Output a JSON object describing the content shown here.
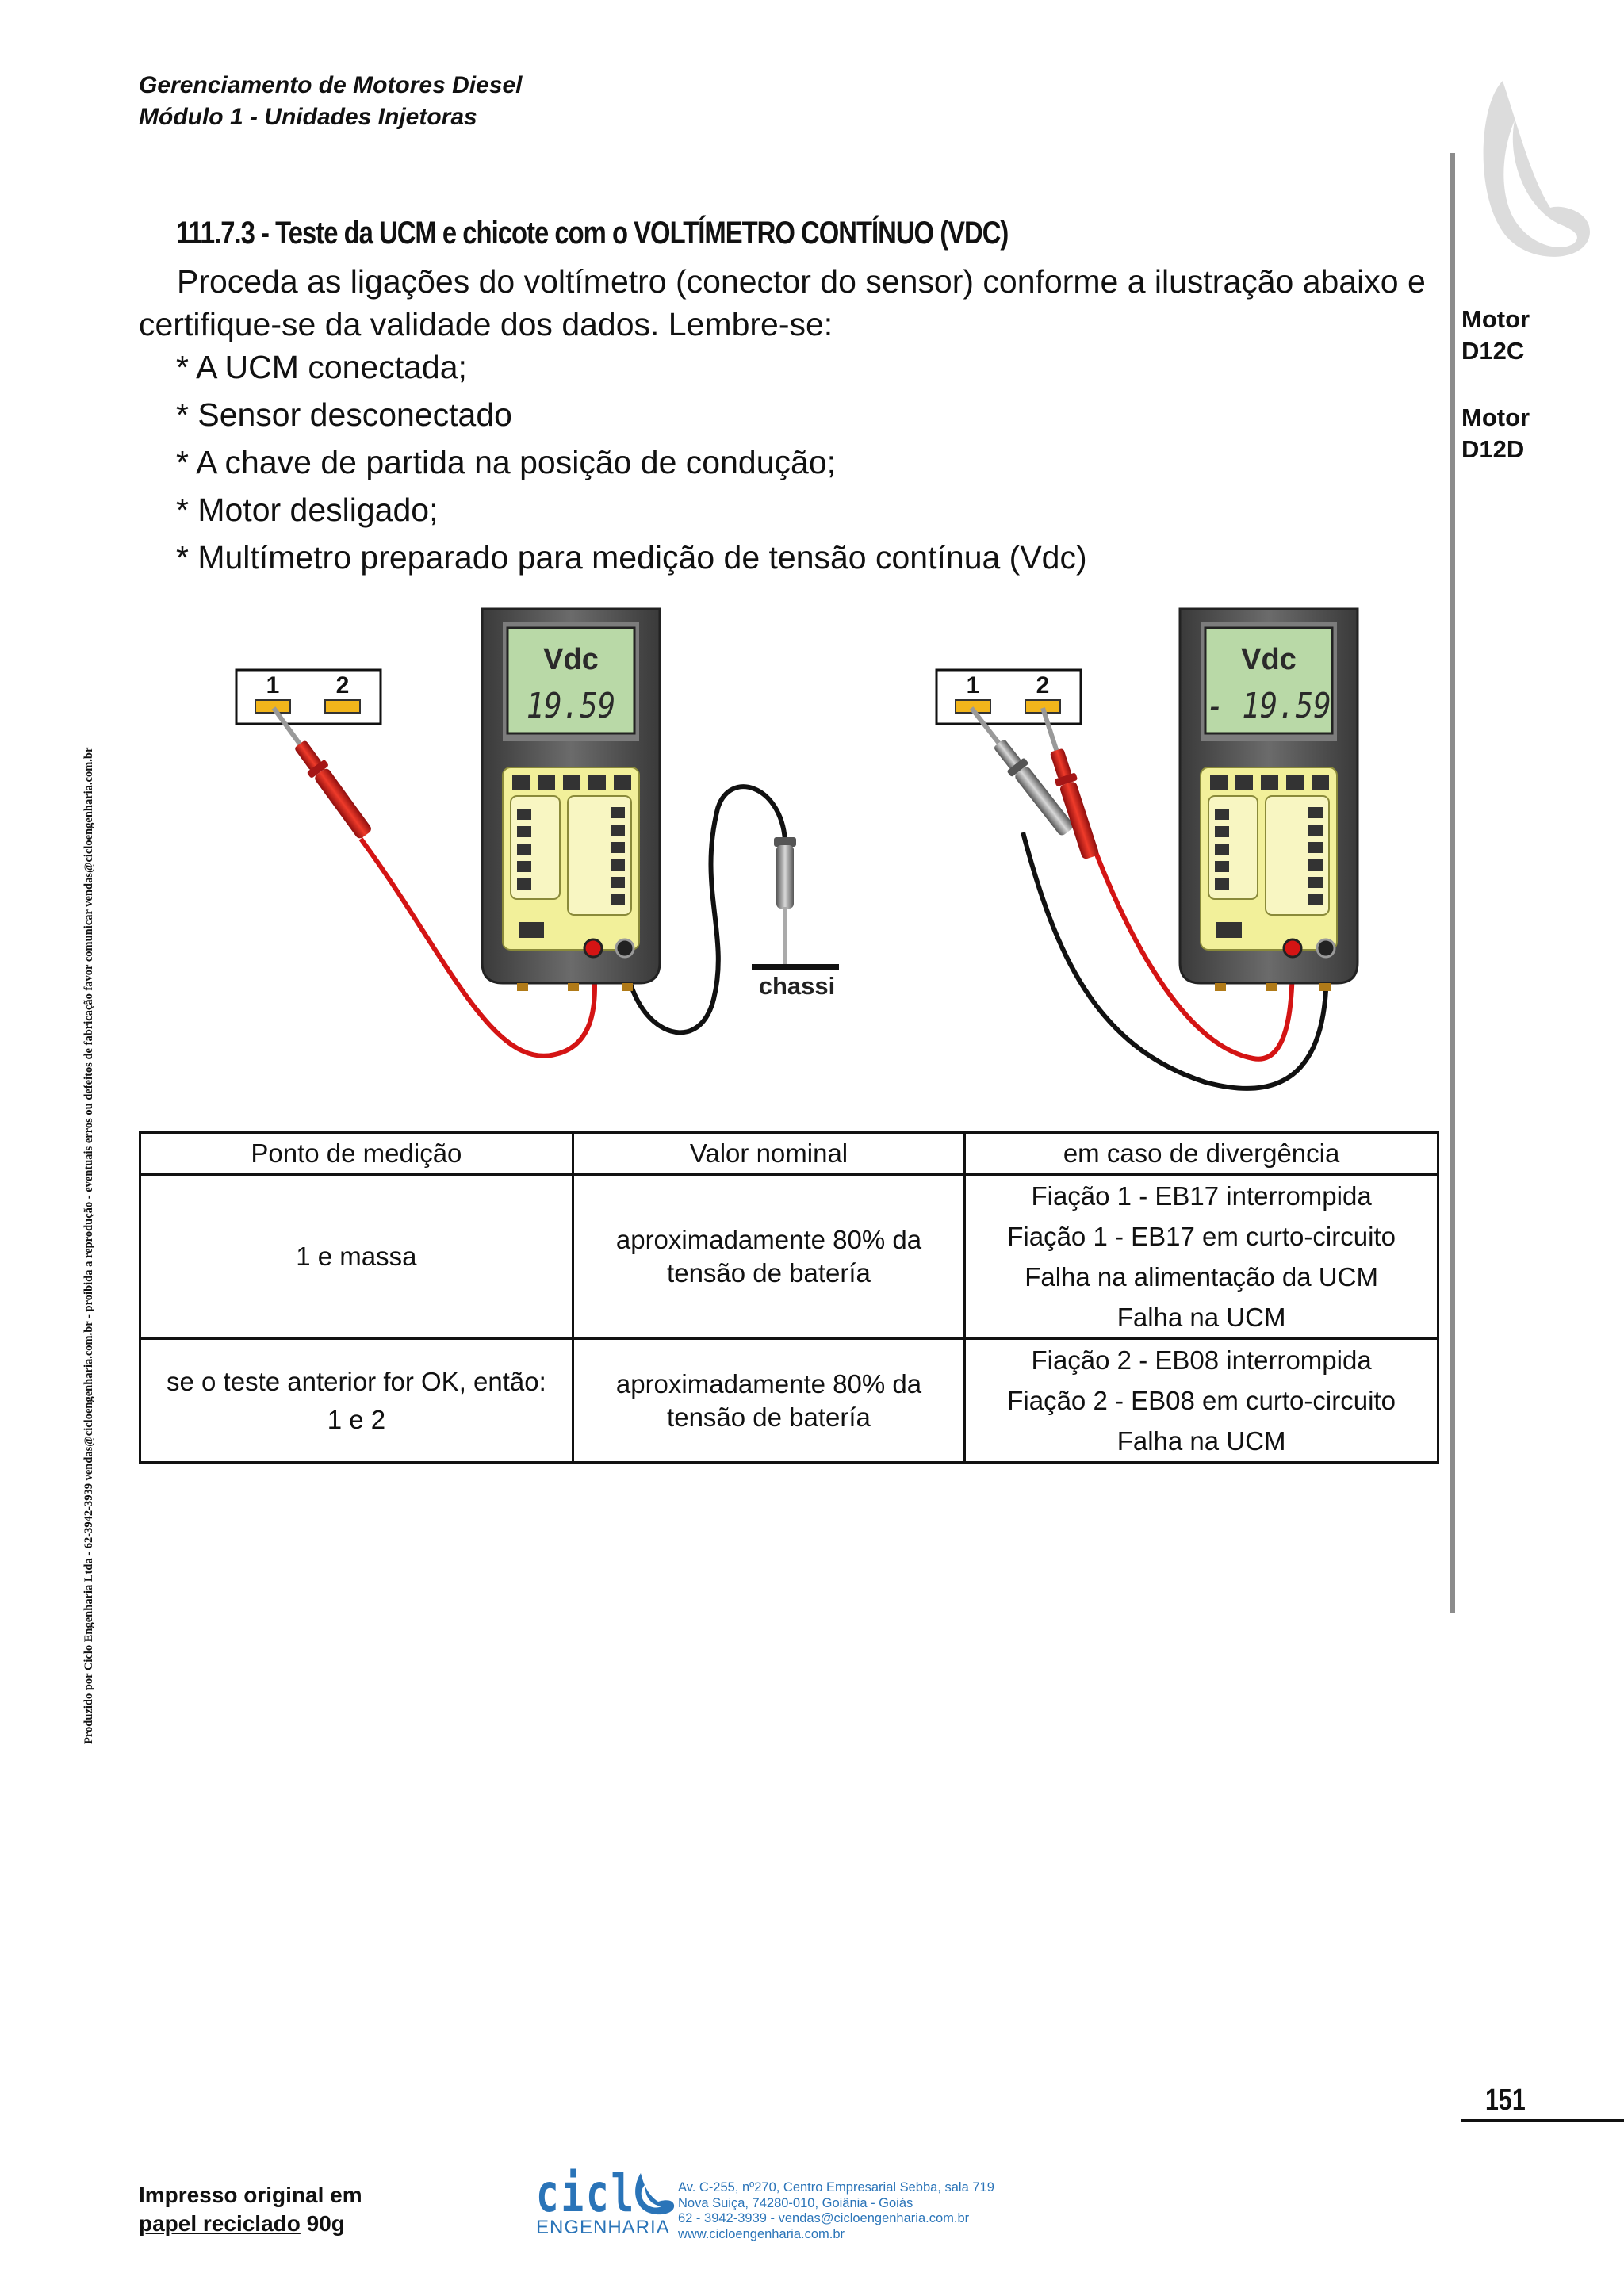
{
  "header": {
    "line1": "Gerenciamento de Motores Diesel",
    "line2": "Módulo 1 - Unidades Injetoras"
  },
  "sidebar": {
    "motor1_label": "Motor",
    "motor1_code": "D12C",
    "motor2_label": "Motor",
    "motor2_code": "D12D"
  },
  "section": {
    "title": "111.7.3 - Teste da UCM e chicote com o VOLTÍMETRO CONTÍNUO (VDC)",
    "intro": "Proceda as ligações do voltímetro (conector do sensor) conforme a ilustração abaixo e certifique-se da validade dos dados. Lembre-se:",
    "bullets": [
      "* A UCM conectada;",
      "* Sensor desconectado",
      "* A chave de partida na posição de condução;",
      "* Motor desligado;",
      "* Multímetro preparado para medição de tensão contínua (Vdc)"
    ]
  },
  "diagram": {
    "left": {
      "connector_pin1": "1",
      "connector_pin2": "2",
      "meter_unit": "Vdc",
      "meter_reading": "19.59",
      "ground_label": "chassi"
    },
    "right": {
      "connector_pin1": "1",
      "connector_pin2": "2",
      "meter_unit": "Vdc",
      "meter_reading": "- 19.59"
    }
  },
  "table": {
    "headers": [
      "Ponto de medição",
      "Valor nominal",
      "em caso de divergência"
    ],
    "rows": [
      {
        "point": [
          "1 e massa"
        ],
        "nominal": [
          "aproximadamente 80% da",
          "tensão de batería"
        ],
        "divergence": [
          "Fiação 1 - EB17 interrompida",
          "Fiação 1 - EB17 em curto-circuito",
          "Falha na alimentação da UCM",
          "Falha na UCM"
        ]
      },
      {
        "point": [
          "se o teste anterior for OK, então:",
          "1 e 2"
        ],
        "nominal": [
          "aproximadamente 80% da",
          "tensão de batería"
        ],
        "divergence": [
          "Fiação 2 - EB08 interrompida",
          "Fiação 2 - EB08 em curto-circuito",
          "Falha na UCM"
        ]
      }
    ]
  },
  "vertical_note": "Produzido por Ciclo Engenharia Ltda - 62-3942-3939 vendas@cicloengenharia.com.br - proibida a reprodução - eventuais erros ou defeitos de fabricação favor comunicar vendas@cicloengenharia.com.br",
  "page_number": "151",
  "footer": {
    "printed_line1": "Impresso original em",
    "printed_line2_underlined": "papel reciclado",
    "printed_line2_rest": " 90g",
    "logo_text": "cicl",
    "logo_sub": "ENGENHARIA",
    "address": [
      "Av. C-255, nº270, Centro Empresarial Sebba, sala 719",
      "Nova Suiça, 74280-010, Goiânia - Goiás",
      "62 - 3942-3939 - vendas@cicloengenharia.com.br",
      "www.cicloengenharia.com.br"
    ]
  },
  "colors": {
    "probe_red": "#d32020",
    "wire_red": "#d41414",
    "wire_black": "#111111",
    "meter_body": "#4a4a4a",
    "lcd": "#b9d9a7",
    "button_panel": "#f2f09a",
    "brand_blue": "#2a74b8",
    "pin_yellow": "#f2b51b"
  }
}
